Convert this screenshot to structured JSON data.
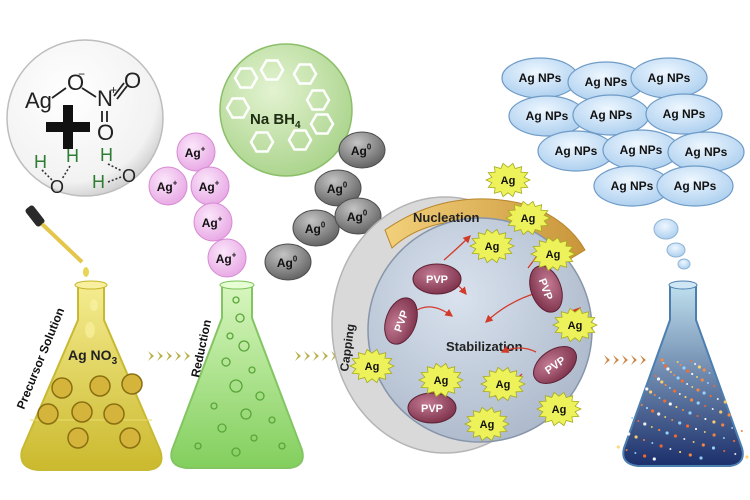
{
  "molecules": {
    "silver_nitrate": {
      "ag": "Ag",
      "o1": "O",
      "n": "N",
      "o2": "O",
      "o3": "O",
      "o_charge": "−",
      "n_charge": "+"
    },
    "water": {
      "h1": "H",
      "h2": "H",
      "h3": "H",
      "h4": "H",
      "o1": "O",
      "o2": "O"
    },
    "reducing_agent": {
      "name": "Na BH",
      "sub": "4"
    }
  },
  "silver_ion": {
    "symbol": "Ag",
    "charge": "+"
  },
  "silver_atom": {
    "symbol": "Ag",
    "charge": "0"
  },
  "flask_labels": {
    "precursor_solution": "Precursor Solution",
    "salt": "Ag NO",
    "salt_sub": "3",
    "reduction": "Reduction"
  },
  "process": {
    "nucleation": "Nucleation",
    "capping": "Capping",
    "stabilization": "Stabilization",
    "capping_agent": "PVP",
    "nanoparticle_core": "Ag"
  },
  "product": {
    "nanoparticles": "Ag NPs"
  },
  "colors": {
    "precursor_flask": "#e6d84a",
    "reduction_flask": "#9fe07a",
    "product_flask": "#2a4a8a",
    "ion_bubble": "#f3c4f0",
    "atom_bubble": "#8c8c8c",
    "reducer_bubble": "#c6e3a8",
    "pvp": "#9a4a63",
    "ag_star": "#eef25a",
    "np_bubble": "#cfe6fb",
    "arrow": "#b9b14a"
  }
}
